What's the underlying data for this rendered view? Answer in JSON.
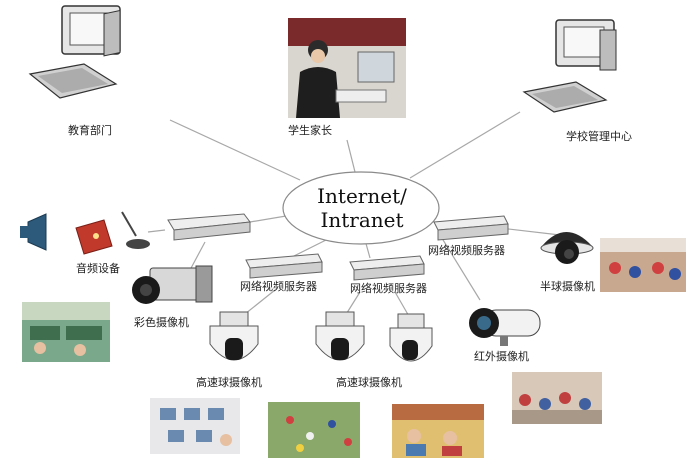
{
  "hub": {
    "line1": "Internet/",
    "line2": "Intranet"
  },
  "nodes": {
    "education_dept": "教育部门",
    "parents": "学生家长",
    "school_center": "学校管理中心",
    "audio": "音频设备",
    "color_camera": "彩色摄像机",
    "video_server_left": "网络视频服务器",
    "video_server_mid": "网络视频服务器",
    "video_server_right": "网络视频服务器",
    "half_dome": "半球摄像机",
    "ir_camera": "红外摄像机",
    "speed_dome_left": "高速球摄像机",
    "speed_dome_mid": "高速球摄像机"
  },
  "colors": {
    "line": "#a8a8a8",
    "device": "#d8d8d8",
    "device_dark": "#3a3a3a",
    "camera_white": "#f2f2f2",
    "accent_red": "#c0392b"
  }
}
